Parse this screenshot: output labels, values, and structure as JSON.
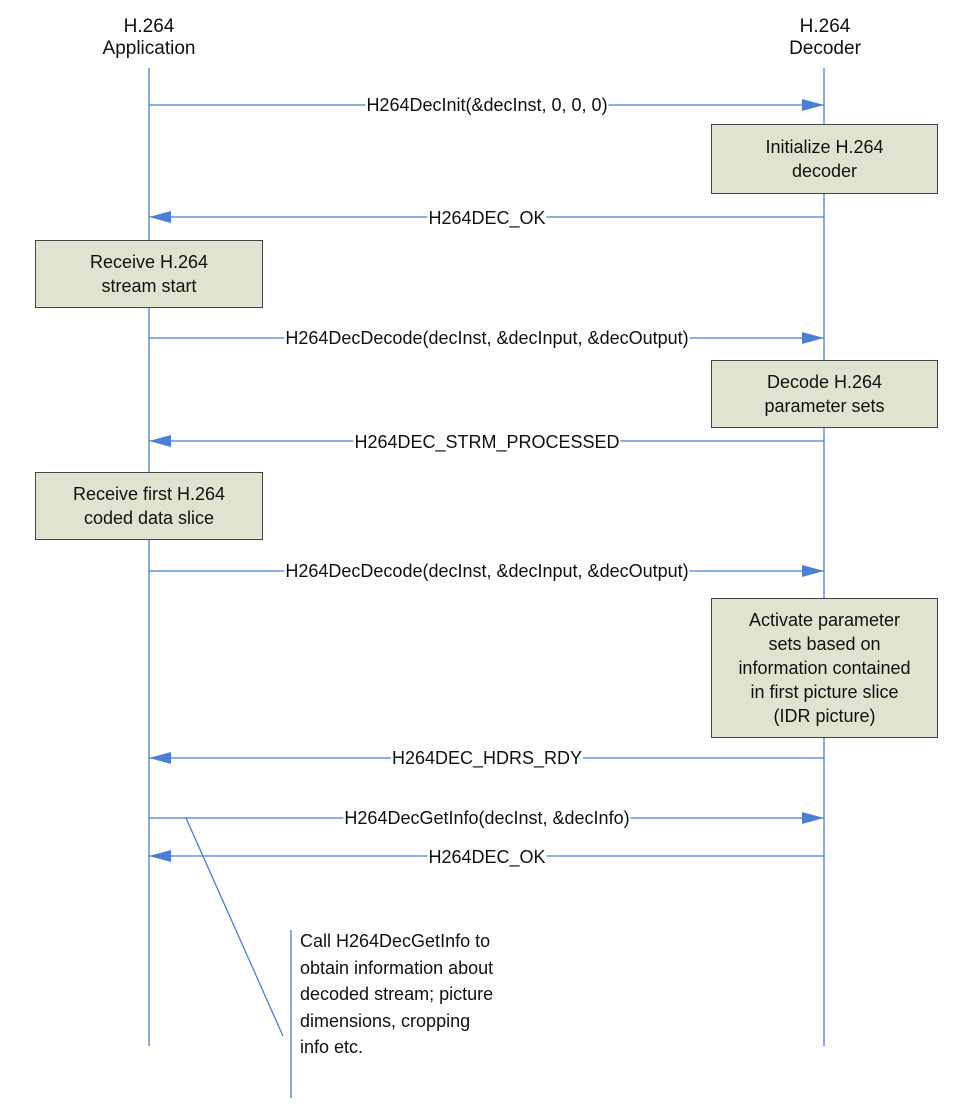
{
  "participants": {
    "application": {
      "line1": "H.264",
      "line2": "Application"
    },
    "decoder": {
      "line1": "H.264",
      "line2": "Decoder"
    }
  },
  "messages": [
    {
      "label": "H264DecInit(&decInst, 0, 0, 0)",
      "direction": "app-to-decoder"
    },
    {
      "label": "H264DEC_OK",
      "direction": "decoder-to-app"
    },
    {
      "label": "H264DecDecode(decInst, &decInput, &decOutput)",
      "direction": "app-to-decoder"
    },
    {
      "label": "H264DEC_STRM_PROCESSED",
      "direction": "decoder-to-app"
    },
    {
      "label": "H264DecDecode(decInst, &decInput, &decOutput)",
      "direction": "app-to-decoder"
    },
    {
      "label": "H264DEC_HDRS_RDY",
      "direction": "decoder-to-app"
    },
    {
      "label": "H264DecGetInfo(decInst, &decInfo)",
      "direction": "app-to-decoder"
    },
    {
      "label": "H264DEC_OK",
      "direction": "decoder-to-app"
    }
  ],
  "boxes": [
    {
      "lines": [
        "Initialize H.264",
        "decoder"
      ]
    },
    {
      "lines": [
        "Receive H.264",
        "stream start"
      ]
    },
    {
      "lines": [
        "Decode H.264",
        "parameter sets"
      ]
    },
    {
      "lines": [
        "Receive first H.264",
        "coded data slice"
      ]
    },
    {
      "lines": [
        "Activate parameter",
        "sets based on",
        "information contained",
        "in first picture slice",
        "(IDR picture)"
      ]
    }
  ],
  "note": {
    "lines": [
      "Call H264DecGetInfo to",
      "obtain information about",
      "decoded stream; picture",
      "dimensions, cropping",
      "info etc."
    ]
  },
  "colors": {
    "line": "#4a7fd4",
    "arrow": "#4a7fd4",
    "box_fill": "#dfe3d0",
    "box_border": "#444444"
  }
}
